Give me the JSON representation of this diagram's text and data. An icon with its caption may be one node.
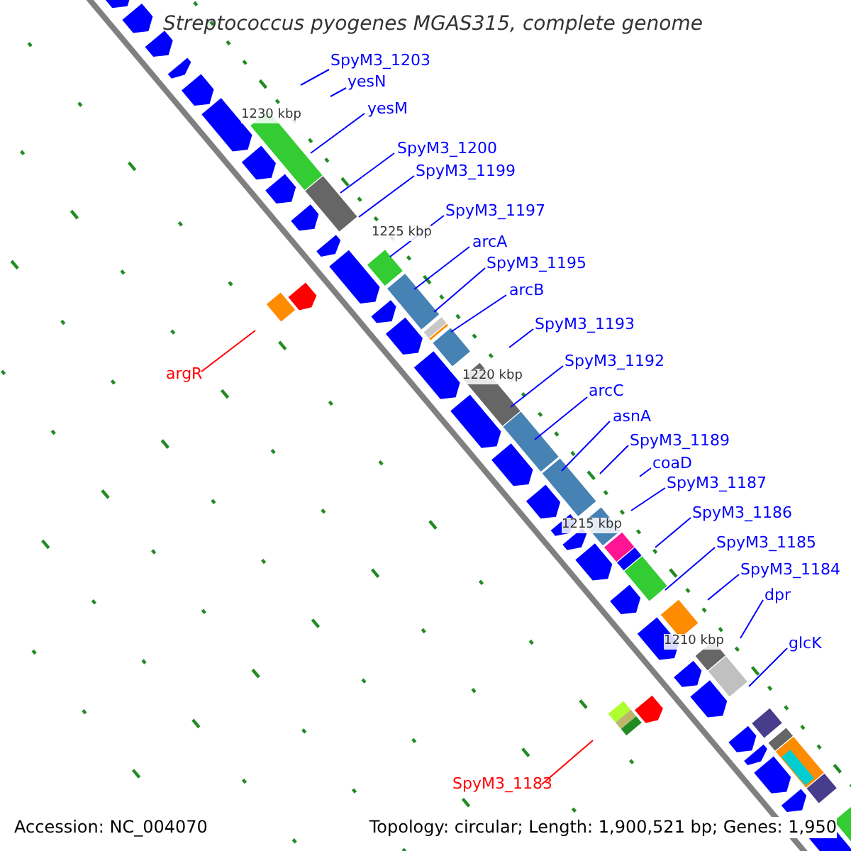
{
  "diagram": {
    "title": "Streptococcus pyogenes MGAS315, complete genome",
    "nodes": [
      {
        "text": [
          "SpyM3_1203"
        ]
      },
      {
        "text": [
          "yesN"
        ]
      },
      {
        "text": [
          "yesM"
        ]
      },
      {
        "text": [
          "SpyM3_1200"
        ]
      },
      {
        "text": [
          "SpyM3_1199"
        ]
      },
      {
        "text": [
          "SpyM3_1197"
        ]
      },
      {
        "text": [
          "arcA"
        ]
      },
      {
        "text": [
          "SpyM3_1195"
        ]
      },
      {
        "text": [
          "arcB"
        ]
      },
      {
        "text": [
          "argR"
        ]
      },
      {
        "text": [
          "SpyM3_1193"
        ]
      },
      {
        "text": [
          "SpyM3_1192"
        ]
      },
      {
        "text": [
          "arcC"
        ]
      },
      {
        "text": [
          "asnA"
        ]
      },
      {
        "text": [
          "SpyM3_1189"
        ]
      },
      {
        "text": [
          "coaD"
        ]
      },
      {
        "text": [
          "SpyM3_1187"
        ]
      },
      {
        "text": [
          "SpyM3_1186"
        ]
      },
      {
        "text": [
          "SpyM3_1185"
        ]
      },
      {
        "text": [
          "SpyM3_1184"
        ]
      },
      {
        "text": [
          "dpr"
        ]
      },
      {
        "text": [
          "glcK"
        ]
      },
      {
        "text": [
          "SpyM3_1183"
        ]
      }
    ],
    "edges": [
      {
        "from": 0,
        "to": null,
        "arrow": "none"
      },
      {
        "from": 1,
        "to": null,
        "arrow": "none"
      },
      {
        "from": 2,
        "to": null,
        "arrow": "none"
      },
      {
        "from": 3,
        "to": null,
        "arrow": "none"
      },
      {
        "from": 4,
        "to": null,
        "arrow": "none"
      },
      {
        "from": 5,
        "to": null,
        "arrow": "none"
      },
      {
        "from": 6,
        "to": null,
        "arrow": "none"
      },
      {
        "from": 7,
        "to": null,
        "arrow": "none"
      },
      {
        "from": 8,
        "to": null,
        "arrow": "none"
      },
      {
        "from": 9,
        "to": null,
        "arrow": "none",
        "color": "#ff0000"
      },
      {
        "from": 10,
        "to": null,
        "arrow": "none"
      },
      {
        "from": 11,
        "to": null,
        "arrow": "none"
      },
      {
        "from": 12,
        "to": null,
        "arrow": "none"
      },
      {
        "from": 13,
        "to": null,
        "arrow": "none"
      },
      {
        "from": 14,
        "to": null,
        "arrow": "none"
      },
      {
        "from": 15,
        "to": null,
        "arrow": "none"
      },
      {
        "from": 16,
        "to": null,
        "arrow": "none"
      },
      {
        "from": 17,
        "to": null,
        "arrow": "none"
      },
      {
        "from": 18,
        "to": null,
        "arrow": "none"
      },
      {
        "from": 19,
        "to": null,
        "arrow": "none"
      },
      {
        "from": 20,
        "to": null,
        "arrow": "none"
      },
      {
        "from": 21,
        "to": null,
        "arrow": "none"
      },
      {
        "from": 22,
        "to": null,
        "arrow": "none",
        "color": "#ff0000"
      }
    ],
    "labels": [
      "1230 kbp",
      "1225 kbp",
      "1220 kbp",
      "1215 kbp",
      "1210 kbp",
      "Accession: NC_004070",
      "Topology: circular; Length: 1,900,521 bp; Genes: 1,950"
    ]
  }
}
